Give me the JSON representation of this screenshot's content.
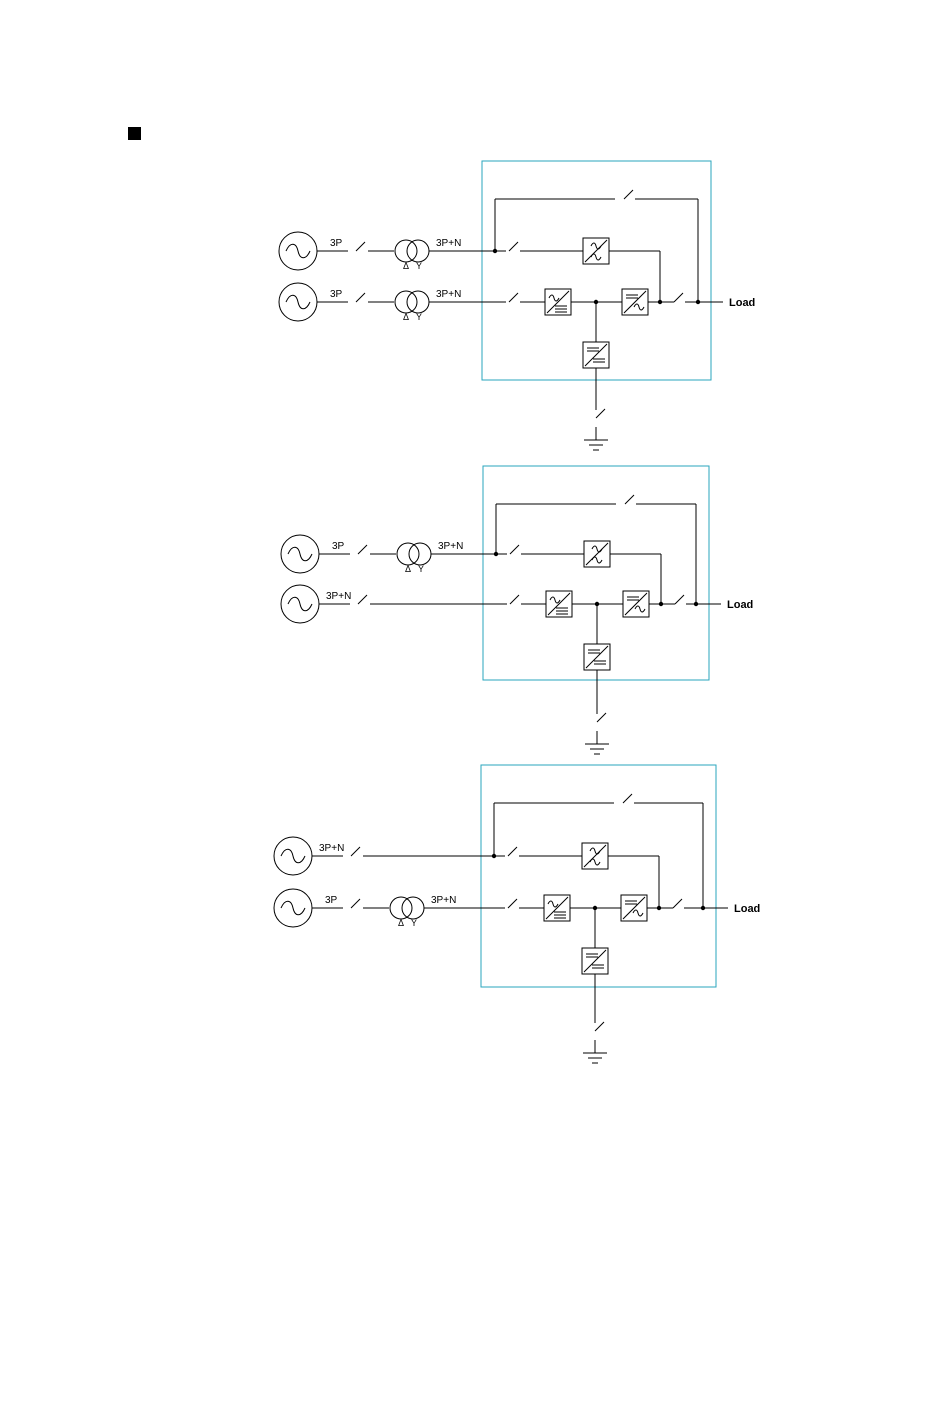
{
  "bullet": "square-bullet",
  "frame_color": "#2aa6bd",
  "diagrams": [
    {
      "inputs": [
        {
          "label": "3P",
          "transformer": true,
          "after_label": "3P+N",
          "delta": "Δ",
          "wye": "Y"
        },
        {
          "label": "3P",
          "transformer": true,
          "after_label": "3P+N",
          "delta": "Δ",
          "wye": "Y"
        }
      ],
      "load": "Load"
    },
    {
      "inputs": [
        {
          "label": "3P",
          "transformer": true,
          "after_label": "3P+N",
          "delta": "Δ",
          "wye": "Y"
        },
        {
          "label": "3P+N",
          "transformer": false
        }
      ],
      "load": "Load"
    },
    {
      "inputs": [
        {
          "label": "3P+N",
          "transformer": false
        },
        {
          "label": "3P",
          "transformer": true,
          "after_label": "3P+N",
          "delta": "Δ",
          "wye": "Y"
        }
      ],
      "load": "Load"
    }
  ]
}
